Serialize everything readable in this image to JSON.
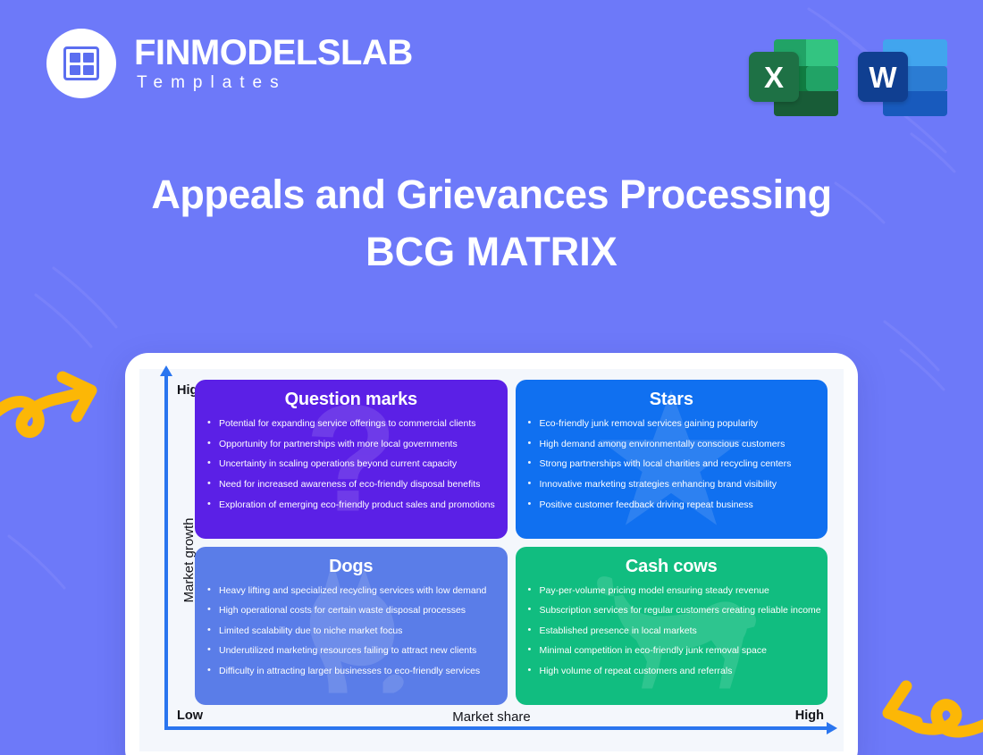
{
  "brand": {
    "name": "FINMODELSLAB",
    "subtitle": "Templates",
    "logo_icon": "grid-square-icon"
  },
  "file_badges": [
    {
      "label": "X",
      "name": "excel-file-icon",
      "color": "#1E7145",
      "panel_colors": [
        "#21A366",
        "#33C481",
        "#107C41",
        "#185C37"
      ]
    },
    {
      "label": "W",
      "name": "word-file-icon",
      "color": "#185ABD",
      "panel_colors": [
        "#41A5EE",
        "#2B7CD3",
        "#185ABD",
        "#103F91"
      ]
    }
  ],
  "title": {
    "line1": "Appeals and Grievances Processing",
    "line2": "BCG MATRIX"
  },
  "axes": {
    "y_title": "Market growth",
    "y_high": "High",
    "y_low": "Low",
    "x_title": "Market share",
    "x_high": "High",
    "x_low": "Low",
    "axis_color": "#2a75ef"
  },
  "colors": {
    "background": "#6d79f9",
    "card": "#ffffff",
    "panel": "#f4f7fc",
    "accent_arrow": "#fcb706"
  },
  "quadrants": [
    {
      "key": "question-marks",
      "title": "Question marks",
      "color": "#5b20e6",
      "watermark": "question-mark-icon",
      "items": [
        "Potential for expanding service offerings to commercial clients",
        "Opportunity for partnerships with more local governments",
        "Uncertainty in scaling operations beyond current capacity",
        "Need for increased awareness of eco-friendly disposal benefits",
        "Exploration of emerging eco-friendly product sales and promotions"
      ]
    },
    {
      "key": "stars",
      "title": "Stars",
      "color": "#1070f0",
      "watermark": "star-icon",
      "items": [
        "Eco-friendly junk removal services gaining popularity",
        "High demand among environmentally conscious customers",
        "Strong partnerships with local charities and recycling centers",
        "Innovative marketing strategies enhancing brand visibility",
        "Positive customer feedback driving repeat business"
      ]
    },
    {
      "key": "dogs",
      "title": "Dogs",
      "color": "#5a7de8",
      "watermark": "dog-icon",
      "items": [
        "Heavy lifting and specialized recycling services with low demand",
        "High operational costs for certain waste disposal processes",
        "Limited scalability due to niche market focus",
        "Underutilized marketing resources failing to attract new clients",
        "Difficulty in attracting larger businesses to eco-friendly services"
      ]
    },
    {
      "key": "cash-cows",
      "title": "Cash cows",
      "color": "#11bd80",
      "watermark": "cow-icon",
      "items": [
        "Pay-per-volume pricing model ensuring steady revenue",
        "Subscription services for regular customers creating reliable income",
        "Established presence in local markets",
        "Minimal competition in eco-friendly junk removal space",
        "High volume of repeat customers and referrals"
      ]
    }
  ]
}
